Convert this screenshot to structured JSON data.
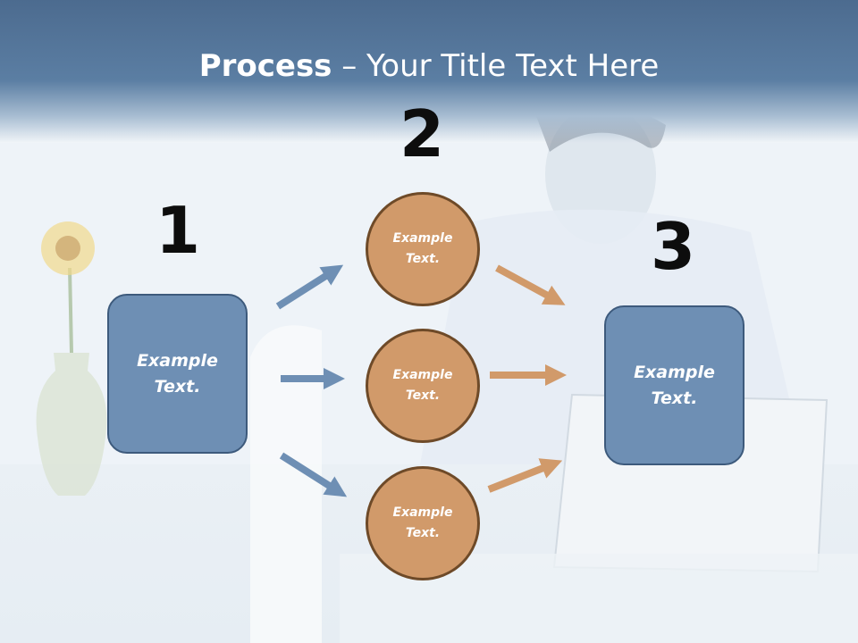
{
  "slide": {
    "title_bold": "Process",
    "title_rest": " – Your Title Text Here"
  },
  "steps": {
    "one": {
      "number": "1",
      "box_line1": "Example",
      "box_line2": "Text."
    },
    "two": {
      "number": "2",
      "circles": [
        {
          "line1": "Example",
          "line2": "Text."
        },
        {
          "line1": "Example",
          "line2": "Text."
        },
        {
          "line1": "Example",
          "line2": "Text."
        }
      ]
    },
    "three": {
      "number": "3",
      "box_line1": "Example",
      "box_line2": "Text."
    }
  },
  "colors": {
    "title_band": "#5b7ea3",
    "box_fill": "#6e8fb4",
    "box_border": "#3d5a7c",
    "circle_fill": "#d19a6a",
    "circle_border": "#6e4a28",
    "blue_arrow": "#6e8fb4",
    "orange_arrow": "#d19a6a"
  },
  "background": {
    "description_icon": "office-photo-background"
  }
}
